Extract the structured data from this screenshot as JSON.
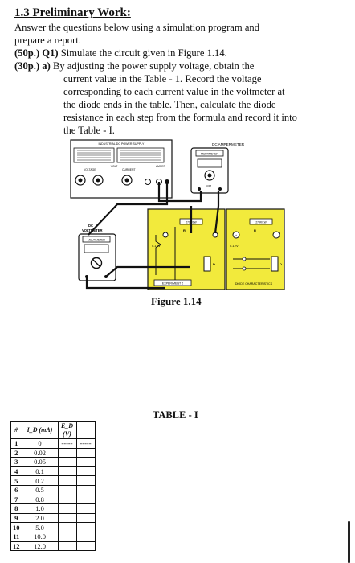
{
  "heading": "1.3 Preliminary Work:",
  "intro_lines": [
    "Answer the questions below using a simulation program and",
    "prepare a report."
  ],
  "q1": {
    "points": "(50p.) Q1)",
    "text": "Simulate the circuit given in Figure 1.14."
  },
  "q2": {
    "points": "(30p.) a)",
    "lines": [
      "By adjusting the power supply voltage, obtain the",
      "current value in the Table - 1. Record the voltage",
      "corresponding to each current value in the voltmeter at",
      "the diode ends in the table. Then, calculate the diode",
      "resistance in each step from the formula and record it into",
      "the Table - I."
    ]
  },
  "figure": {
    "caption": "Figure 1.14",
    "psu_title": "INDUSTRIAL DC POWER SUPPLY",
    "psu_volt": "VOLT",
    "psu_current": "CURRENT",
    "psu_amper": "AMPER",
    "psu_voltage_knob": "VOLTAGE",
    "ammeter_title": "DC AMPERMETER",
    "ammeter_sub": "MULTIMETER",
    "ammeter_com": "COM",
    "voltmeter_title1": "DC",
    "voltmeter_title2": "VOLTMETER",
    "voltmeter_sub": "MULTIMETER",
    "board_res": "270R/1W",
    "board_r": "R",
    "board_v1": "0-12V",
    "board_v2": "0-12V",
    "board_d": "D",
    "board_exp": "EXPERIMENT 2",
    "board_diode": "DIODE CHARACTERISTICS"
  },
  "table": {
    "title": "TABLE - I",
    "headers": [
      "#",
      "I_D (mA)",
      "E_D (V)",
      ""
    ],
    "rows": [
      {
        "n": "1",
        "i": "0",
        "e": "-----",
        "r": "-----"
      },
      {
        "n": "2",
        "i": "0.02",
        "e": "",
        "r": ""
      },
      {
        "n": "3",
        "i": "0.05",
        "e": "",
        "r": ""
      },
      {
        "n": "4",
        "i": "0.1",
        "e": "",
        "r": ""
      },
      {
        "n": "5",
        "i": "0.2",
        "e": "",
        "r": ""
      },
      {
        "n": "6",
        "i": "0.5",
        "e": "",
        "r": ""
      },
      {
        "n": "7",
        "i": "0.8",
        "e": "",
        "r": ""
      },
      {
        "n": "8",
        "i": "1.0",
        "e": "",
        "r": ""
      },
      {
        "n": "9",
        "i": "2.0",
        "e": "",
        "r": ""
      },
      {
        "n": "10",
        "i": "5.0",
        "e": "",
        "r": ""
      },
      {
        "n": "11",
        "i": "10.0",
        "e": "",
        "r": ""
      },
      {
        "n": "12",
        "i": "12.0",
        "e": "",
        "r": ""
      }
    ]
  },
  "colors": {
    "board": "#f2ea3c",
    "text": "#111111"
  }
}
